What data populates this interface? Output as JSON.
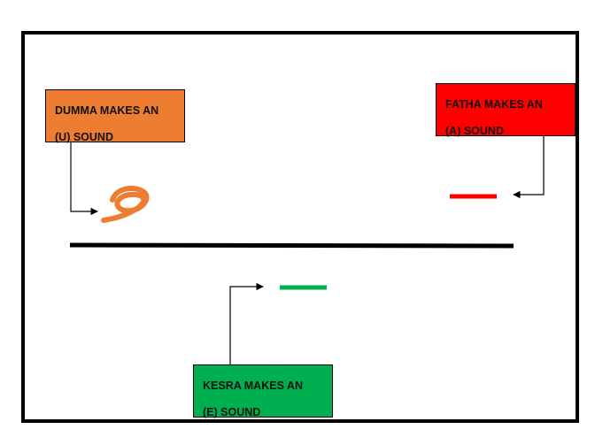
{
  "labels": {
    "dumma": {
      "line1": "DUMMA MAKES AN",
      "line2": "(U) SOUND",
      "fill": "#ED7D31"
    },
    "fatha": {
      "line1": "FATHA MAKES AN",
      "line2": "(A) SOUND",
      "fill": "#FF0000"
    },
    "kesra": {
      "line1": "KESRA MAKES AN",
      "line2": "(E) SOUND",
      "fill": "#00B050"
    }
  },
  "colors": {
    "dumma_mark": "#ED7D31",
    "fatha_mark": "#FF0000",
    "kesra_mark": "#00B050",
    "baseline": "#000000",
    "connector": "#000000"
  }
}
